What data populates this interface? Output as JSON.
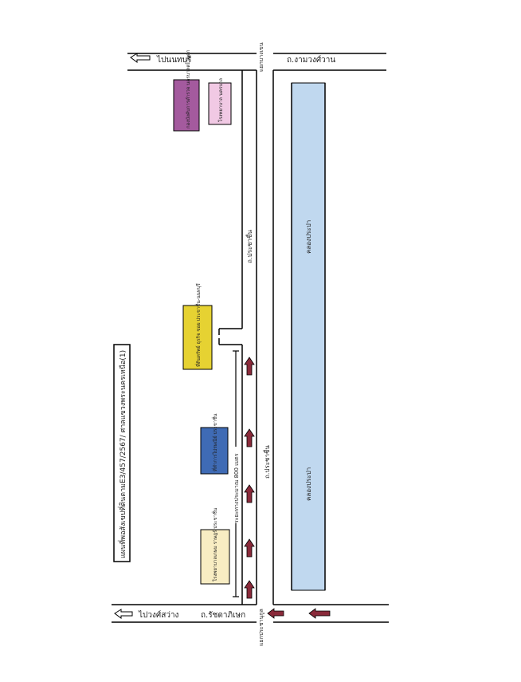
{
  "title_box": {
    "text": "แผนที่พอสังเขปที่ดินตามE3/457/2567/ ศาลแขวงพระนครเหนือ(1)"
  },
  "labels": {
    "to_nonthaburi": "ไปนนทบุรี",
    "to_ngam_wong_wan": "ถ.งามวงศ์วาน",
    "to_bang_khen_junction": "แยกบางเขน",
    "road_prachachuen_top": "ถ.ประชาชื่น",
    "road_prachachuen_mid": "ถ.ประชาชื่น",
    "to_pong_sawang": "ไปวงศ์สว่าง",
    "road_ratchadaphisek": "ถ.รัชดาภิเษก",
    "junction_bottom": "แยกประชานุกูล",
    "distance_note": "ระยะทางประมาณ 800 เมตร",
    "canal_top": "คลองประปา",
    "canal_bottom": "คลองประปา"
  },
  "landmarks": [
    {
      "text": "กองบังคับการตำรวจ นครบาลตะวันตก",
      "fill": "#a45a9e"
    },
    {
      "text": "โรงพยาบาล นครบาล",
      "fill": "#f1c9e4"
    },
    {
      "text": "ที่ดินทรัพย์ ธุรกิจ ซอย ประชาชื่น-นนทบุรี",
      "fill": "#e6d232"
    },
    {
      "text": "ที่ทำการไปรษณีย์ ประชาชื่น",
      "fill": "#3f6bb5"
    },
    {
      "text": "โรงพยาบาลเกษม ราษฎร์ ประชาชื่น",
      "fill": "#f8edc3"
    }
  ],
  "colors": {
    "canal": "#c0d8ef",
    "arrow": "#8a2a3a",
    "road": "#000000"
  }
}
